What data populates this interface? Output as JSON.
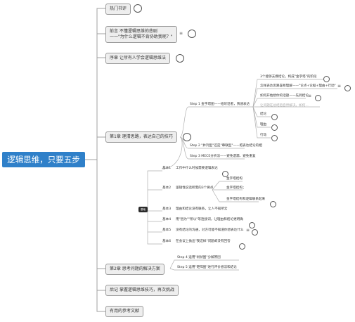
{
  "root": "逻辑思维，只要五步",
  "topics": [
    {
      "id": "t1",
      "label": "热门书评"
    },
    {
      "id": "t2",
      "label": "前言 不懂逻辑思维的悲剧\n一一\"为什么逻辑不肯协助我呢？\""
    },
    {
      "id": "t3",
      "label": "序章 让所有人学会逻辑思维法"
    },
    {
      "id": "t4",
      "label": "第1章 理清思路，表达自己的技巧"
    },
    {
      "id": "t5",
      "label": "第2章 思考问题的解决方案"
    },
    {
      "id": "t6",
      "label": "后记 掌握逻辑思维技巧，再次挑战"
    },
    {
      "id": "t7",
      "label": "有用的参考文献"
    }
  ],
  "chapter1": {
    "step1": "Step 1 金字塔图——给听话者，快速表达",
    "step1_children": [
      "3个能够支撑结论，构成\"金字塔\"的阶段",
      "怎样表达思路容易理解——\"论点+论据+理由+行动\"",
      "如何开始想你的话题——先到结论",
      "让问题在总结后自然解决，如何...",
      "结论",
      "理由",
      "行动"
    ],
    "step2": "Step 2 \"并列型\"还是\"串联型\"——把表达结论的相",
    "step3": "Step 3 MECE分析法——避免遗漏、避免重复",
    "basics": [
      {
        "label": "基本1",
        "text": "工作中什么时候需要逻辑表达"
      },
      {
        "label": "基本2",
        "text": "逻辑性说话所需的3个要点",
        "children": [
          "金字塔结构",
          "金字塔结构；",
          "金字塔结构和逻辑联系起来"
        ]
      },
      {
        "label": "基本3",
        "text": "理由和结论没有联系，让人不知所云"
      },
      {
        "label": "基本4",
        "text": "用\"因为\"\"所以\"等连接词，让理由和结论更明确"
      },
      {
        "label": "基本5",
        "text": "没有结论的沟通，对方可能不知道你想表达什么"
      },
      {
        "label": "基本6",
        "text": "在会议上抛出\"我这样\"问题却没有回答"
      }
    ],
    "badge": "基础"
  },
  "chapter2": {
    "step4": "Step 4 运用\"树状图\"分解原因",
    "step5": "Step 5 运用\"矩阵图\"进行评价想法和结论"
  },
  "tags": {
    "t1": "",
    "t2": "",
    "t3": "",
    "t4": ""
  },
  "colors": {
    "root": "#2f80c9",
    "topic_bg": "#eeeeee",
    "line": "#999999"
  }
}
